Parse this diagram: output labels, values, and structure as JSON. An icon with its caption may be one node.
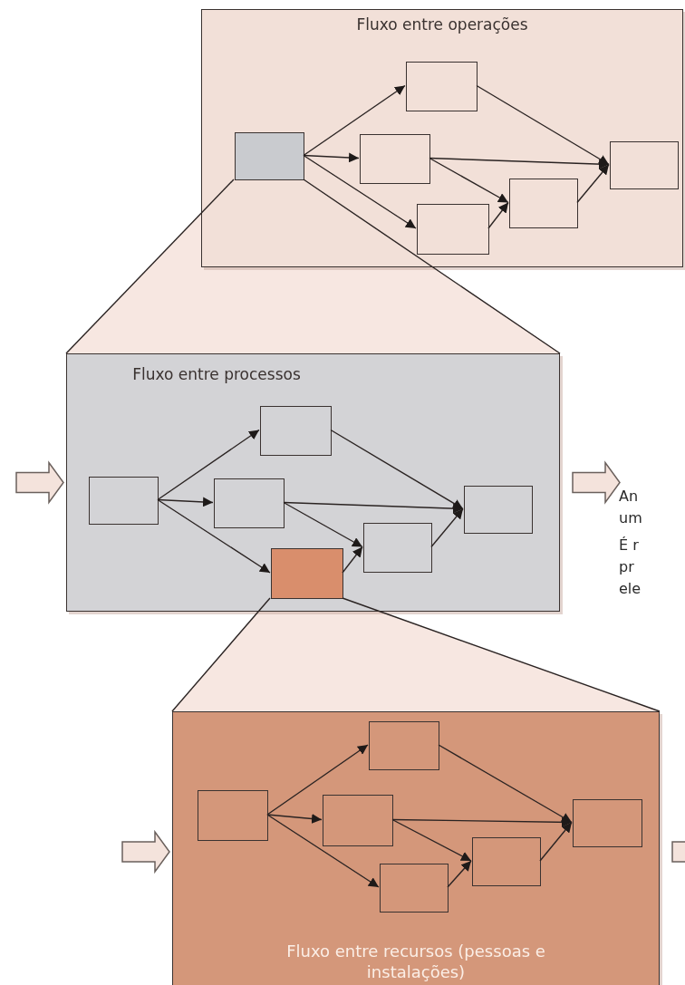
{
  "diagram": {
    "nodes": [
      {
        "text": [
          "Fluxo entre operações"
        ]
      },
      {
        "text": [],
        "shape": "box",
        "in": 0
      },
      {
        "text": [],
        "shape": "box",
        "in": 0
      },
      {
        "text": [],
        "shape": "box",
        "in": 0
      },
      {
        "text": [],
        "shape": "box",
        "in": 0
      },
      {
        "text": [],
        "shape": "box",
        "in": 0
      },
      {
        "text": [],
        "shape": "box",
        "in": 0
      },
      {
        "text": [
          "Fluxo entre processos"
        ]
      },
      {
        "text": [],
        "shape": "box",
        "in": 7
      },
      {
        "text": [],
        "shape": "box",
        "in": 7
      },
      {
        "text": [],
        "shape": "box",
        "in": 7
      },
      {
        "text": [],
        "shape": "box",
        "in": 7
      },
      {
        "text": [],
        "shape": "box",
        "in": 7
      },
      {
        "text": [],
        "shape": "box",
        "in": 7
      },
      {
        "text": [
          "Fluxo entre recursos (pessoas e instalações)"
        ]
      },
      {
        "text": [],
        "shape": "box",
        "in": 14
      },
      {
        "text": [],
        "shape": "box",
        "in": 14
      },
      {
        "text": [],
        "shape": "box",
        "in": 14
      },
      {
        "text": [],
        "shape": "box",
        "in": 14
      },
      {
        "text": [],
        "shape": "box",
        "in": 14
      },
      {
        "text": [],
        "shape": "box",
        "in": 14
      }
    ],
    "edges": [
      {
        "from": 1,
        "to": 2,
        "arrow": "to"
      },
      {
        "from": 1,
        "to": 3,
        "arrow": "to"
      },
      {
        "from": 1,
        "to": 4,
        "arrow": "to"
      },
      {
        "from": 2,
        "to": 6,
        "arrow": "to"
      },
      {
        "from": 3,
        "to": 6,
        "arrow": "to"
      },
      {
        "from": 3,
        "to": 5,
        "arrow": "to"
      },
      {
        "from": 4,
        "to": 5,
        "arrow": "to"
      },
      {
        "from": 5,
        "to": 6,
        "arrow": "to"
      },
      {
        "from": 8,
        "to": 9,
        "arrow": "to"
      },
      {
        "from": 8,
        "to": 10,
        "arrow": "to"
      },
      {
        "from": 8,
        "to": 11,
        "arrow": "to"
      },
      {
        "from": 9,
        "to": 13,
        "arrow": "to"
      },
      {
        "from": 10,
        "to": 13,
        "arrow": "to"
      },
      {
        "from": 10,
        "to": 12,
        "arrow": "to"
      },
      {
        "from": 11,
        "to": 12,
        "arrow": "to"
      },
      {
        "from": 12,
        "to": 13,
        "arrow": "to"
      },
      {
        "from": 15,
        "to": 16,
        "arrow": "to"
      },
      {
        "from": 15,
        "to": 17,
        "arrow": "to"
      },
      {
        "from": 15,
        "to": 18,
        "arrow": "to"
      },
      {
        "from": 16,
        "to": 20,
        "arrow": "to"
      },
      {
        "from": 17,
        "to": 20,
        "arrow": "to"
      },
      {
        "from": 17,
        "to": 19,
        "arrow": "to"
      },
      {
        "from": 18,
        "to": 19,
        "arrow": "to"
      },
      {
        "from": 19,
        "to": 20,
        "arrow": "to"
      },
      {
        "from": 1,
        "to": 7,
        "arrow": "none"
      },
      {
        "from": 1,
        "to": 7,
        "arrow": "none"
      },
      {
        "from": 11,
        "to": 14,
        "arrow": "none"
      },
      {
        "from": 11,
        "to": 14,
        "arrow": "none"
      },
      {
        "from": null,
        "to": 7,
        "arrow": "to",
        "style": "thick"
      },
      {
        "from": 7,
        "to": null,
        "arrow": "to",
        "style": "thick"
      },
      {
        "from": null,
        "to": 14,
        "arrow": "to",
        "style": "thick"
      },
      {
        "from": 14,
        "to": null,
        "arrow": "to",
        "style": "thick"
      }
    ],
    "labels": [
      "An um",
      "É r pr ele"
    ]
  }
}
